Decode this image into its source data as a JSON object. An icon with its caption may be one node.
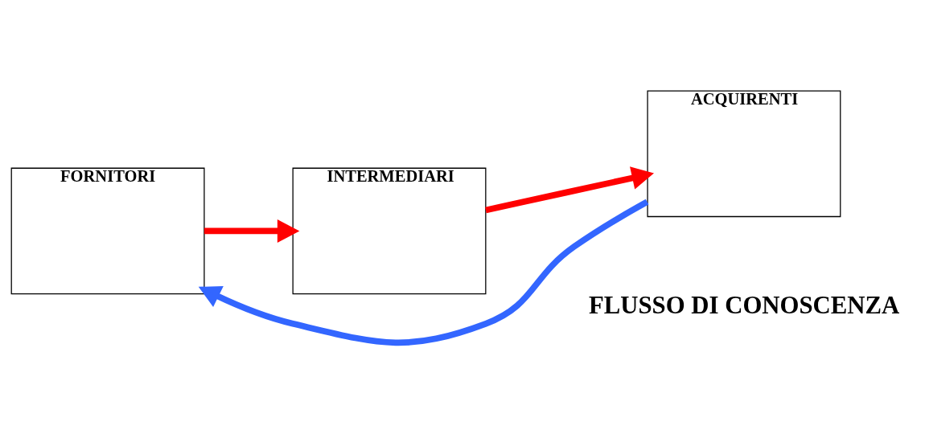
{
  "diagram": {
    "nodes": [
      {
        "text": [
          "FORNITORI"
        ]
      },
      {
        "text": [
          "INTERMEDIARI"
        ]
      },
      {
        "text": [
          "ACQUIRENTI"
        ]
      }
    ],
    "edges": [
      {
        "from": 0,
        "to": 1,
        "arrow": "to"
      },
      {
        "from": 1,
        "to": 2,
        "arrow": "to"
      },
      {
        "from": 2,
        "to": 0,
        "arrow": "to",
        "color": "#3366ff"
      }
    ],
    "labels": [
      "FLUSSO DI CONOSCENZA"
    ]
  }
}
